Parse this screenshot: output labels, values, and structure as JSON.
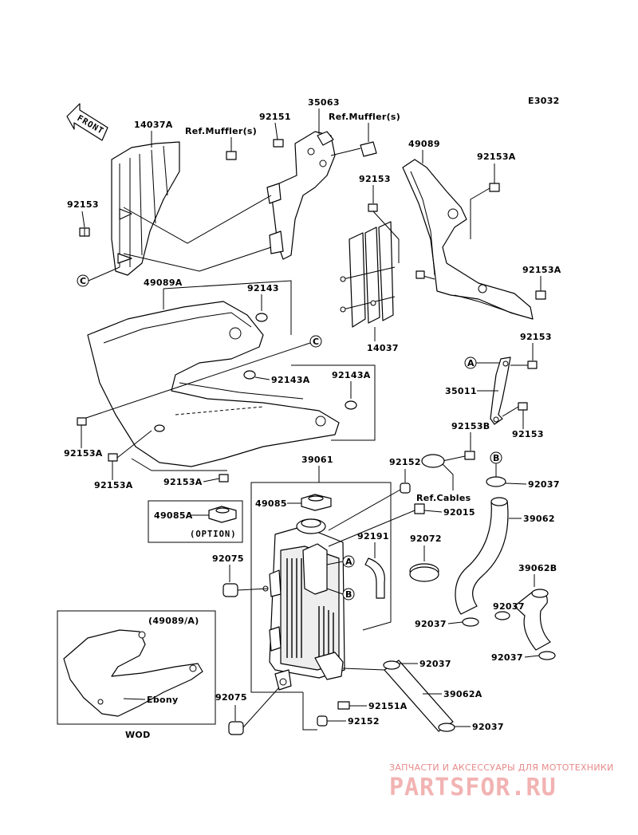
{
  "diagram_code": "E3032",
  "front_arrow_label": "FRONT",
  "callouts": {
    "A": "A",
    "B": "B",
    "C": "C"
  },
  "labels": {
    "p14037A": "14037A",
    "p92151_top": "92151",
    "p35063": "35063",
    "refmuffler_left": "Ref.Muffler(s)",
    "refmuffler_right": "Ref.Muffler(s)",
    "p49089": "49089",
    "p92153_left": "92153",
    "p92153_mid": "92153",
    "p92153A_top": "92153A",
    "p92153A_right": "92153A",
    "p49089A": "49089A",
    "p92143": "92143",
    "p14037": "14037",
    "p92153_r": "92153",
    "p92143A_1": "92143A",
    "p92143A_2": "92143A",
    "p35011": "35011",
    "p92153_r2": "92153",
    "p92153A_l1": "92153A",
    "p92153A_l2": "92153A",
    "p92153A_b": "92153A",
    "p92153B": "92153B",
    "p39061": "39061",
    "p92152_top": "92152",
    "p92037_1": "92037",
    "p49085": "49085",
    "p49085A": "49085A",
    "option": "(OPTION)",
    "refcables": "Ref.Cables",
    "p92015": "92015",
    "p39062": "39062",
    "p92191": "92191",
    "p92072": "92072",
    "p92075_1": "92075",
    "p39062B": "39062B",
    "p92037_2": "92037",
    "p92037_3": "92037",
    "p92037_4": "92037",
    "p92037_5": "92037",
    "p49089A_inset": "(49089/A)",
    "ebony": "Ebony",
    "wod": "WOD",
    "p39062A": "39062A",
    "p92075_2": "92075",
    "p92151A": "92151A",
    "p92152_bot": "92152",
    "p92037_6": "92037"
  },
  "watermark": {
    "line1": "ЗАПЧАСТИ И АКСЕССУАРЫ ДЛЯ МОТОТЕХНИКИ",
    "line2": "PARTSFOR.RU"
  }
}
